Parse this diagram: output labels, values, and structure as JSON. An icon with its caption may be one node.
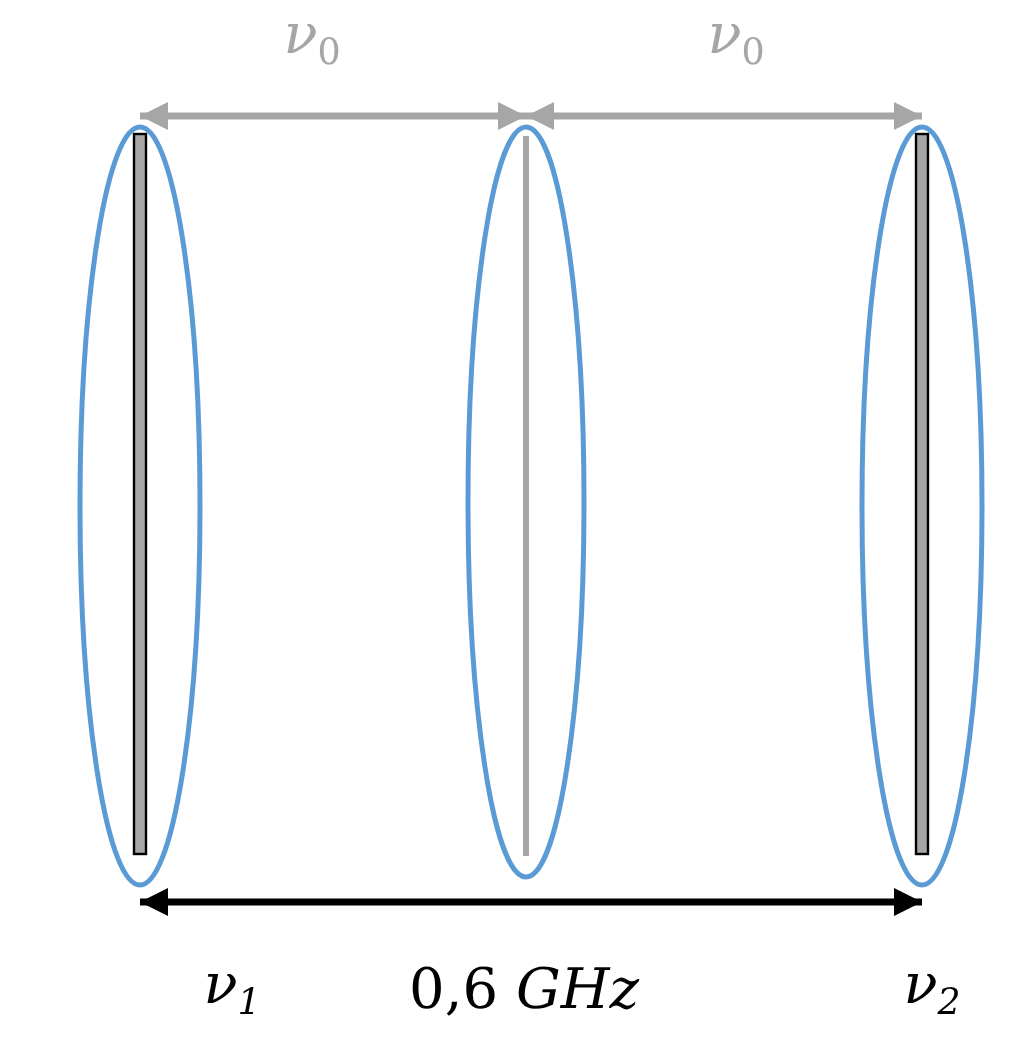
{
  "diagram": {
    "nodes": [
      {
        "text": [],
        "shape": "ellipse",
        "beside": [
          "ν$_{1}$"
        ]
      },
      {
        "text": [],
        "shape": "ellipse"
      },
      {
        "text": [],
        "shape": "ellipse",
        "beside": [
          "ν$_{2}$"
        ]
      }
    ],
    "edges": [
      {
        "from": 0,
        "to": 1,
        "arrow": "both",
        "label": "*ν*$_{0}$",
        "color": "#a6a6a6"
      },
      {
        "from": 1,
        "to": 2,
        "arrow": "both",
        "label": "*ν*$_{0}$",
        "color": "#a6a6a6"
      },
      {
        "from": 0,
        "to": 2,
        "arrow": "both",
        "label": "0,6 *GHz*",
        "color": "#000000"
      }
    ]
  }
}
